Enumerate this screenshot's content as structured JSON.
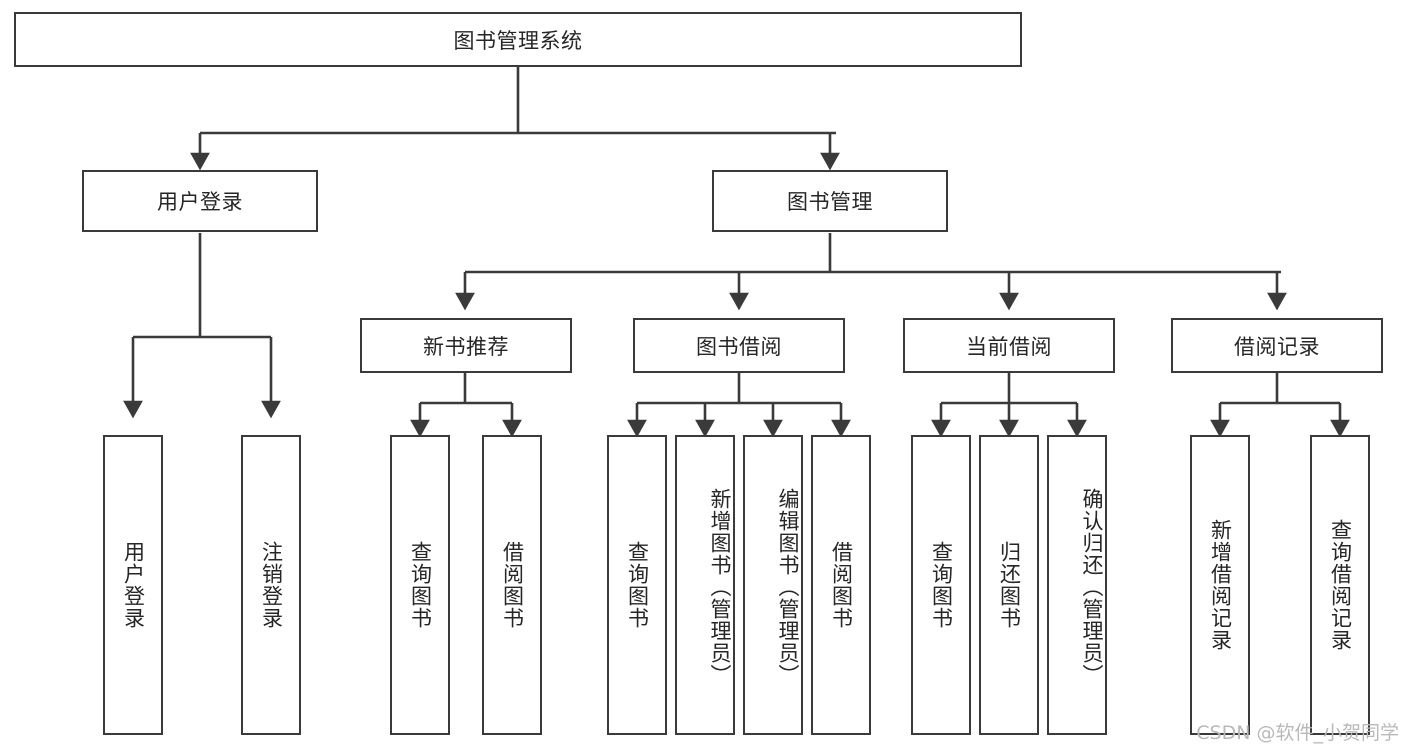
{
  "diagram": {
    "type": "tree",
    "title": "图书管理系统",
    "root": {
      "label": "图书管理系统",
      "children": [
        {
          "label": "用户登录",
          "children": [
            {
              "label": "用户登录"
            },
            {
              "label": "注销登录"
            }
          ]
        },
        {
          "label": "图书管理",
          "children": [
            {
              "label": "新书推荐",
              "children": [
                {
                  "label": "查询图书"
                },
                {
                  "label": "借阅图书"
                }
              ]
            },
            {
              "label": "图书借阅",
              "children": [
                {
                  "label": "查询图书"
                },
                {
                  "label": "新增图书（管理员）"
                },
                {
                  "label": "编辑图书（管理员）"
                },
                {
                  "label": "借阅图书"
                }
              ]
            },
            {
              "label": "当前借阅",
              "children": [
                {
                  "label": "查询图书"
                },
                {
                  "label": "归还图书"
                },
                {
                  "label": "确认归还（管理员）"
                }
              ]
            },
            {
              "label": "借阅记录",
              "children": [
                {
                  "label": "新增借阅记录"
                },
                {
                  "label": "查询借阅记录"
                }
              ]
            }
          ]
        }
      ]
    }
  },
  "nodes": {
    "root": "图书管理系统",
    "user_login": "用户登录",
    "book_manage": "图书管理",
    "leaf_user_login": "用户登录",
    "leaf_logout": "注销登录",
    "new_book_rec": "新书推荐",
    "book_borrow": "图书借阅",
    "current_borrow": "当前借阅",
    "borrow_record": "借阅记录",
    "nbr_query": "查询图书",
    "nbr_borrow": "借阅图书",
    "bb_query": "查询图书",
    "bb_add": "新增图书（管理员）",
    "bb_edit": "编辑图书（管理员）",
    "bb_borrow": "借阅图书",
    "cb_query": "查询图书",
    "cb_return": "归还图书",
    "cb_confirm": "确认归还（管理员）",
    "br_add": "新增借阅记录",
    "br_query": "查询借阅记录"
  },
  "watermark": {
    "text": "CSDN @软件_小贺同学"
  },
  "colors": {
    "stroke": "#3a3a3a",
    "text": "#262626",
    "background": "#ffffff",
    "watermark": "#b9b9b9"
  }
}
